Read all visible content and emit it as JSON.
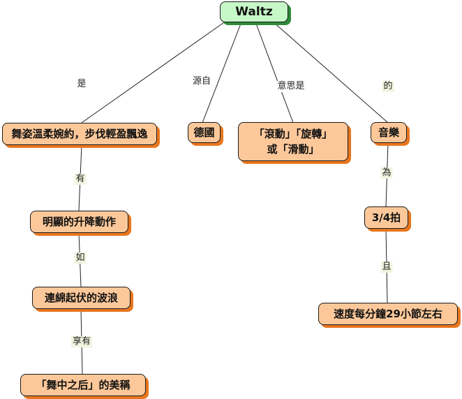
{
  "root": "Waltz",
  "nodes": {
    "n1": "舞姿溫柔婉約，步伐輕盈飄逸",
    "n2": "德國",
    "n3_line1": "「滾動」「旋轉」",
    "n3_line2": "或「滑動」",
    "n4": "音樂",
    "n5": "明顯的升降動作",
    "n6": "連綿起伏的波浪",
    "n7": "「舞中之后」的美稱",
    "n8": "3/4拍",
    "n9": "速度每分鐘29小節左右"
  },
  "links": {
    "l1": "是",
    "l2": "源自",
    "l3": "意思是",
    "l4": "的",
    "l5": "有",
    "l6": "如",
    "l7": "享有",
    "l8": "為",
    "l9": "且"
  },
  "colors": {
    "root_fill": "#c6f7c6",
    "root_shadow": "#2f8a3a",
    "node_fill": "#fcc89a",
    "node_shadow": "#e8761e",
    "label_bg": "#f1f4df"
  }
}
